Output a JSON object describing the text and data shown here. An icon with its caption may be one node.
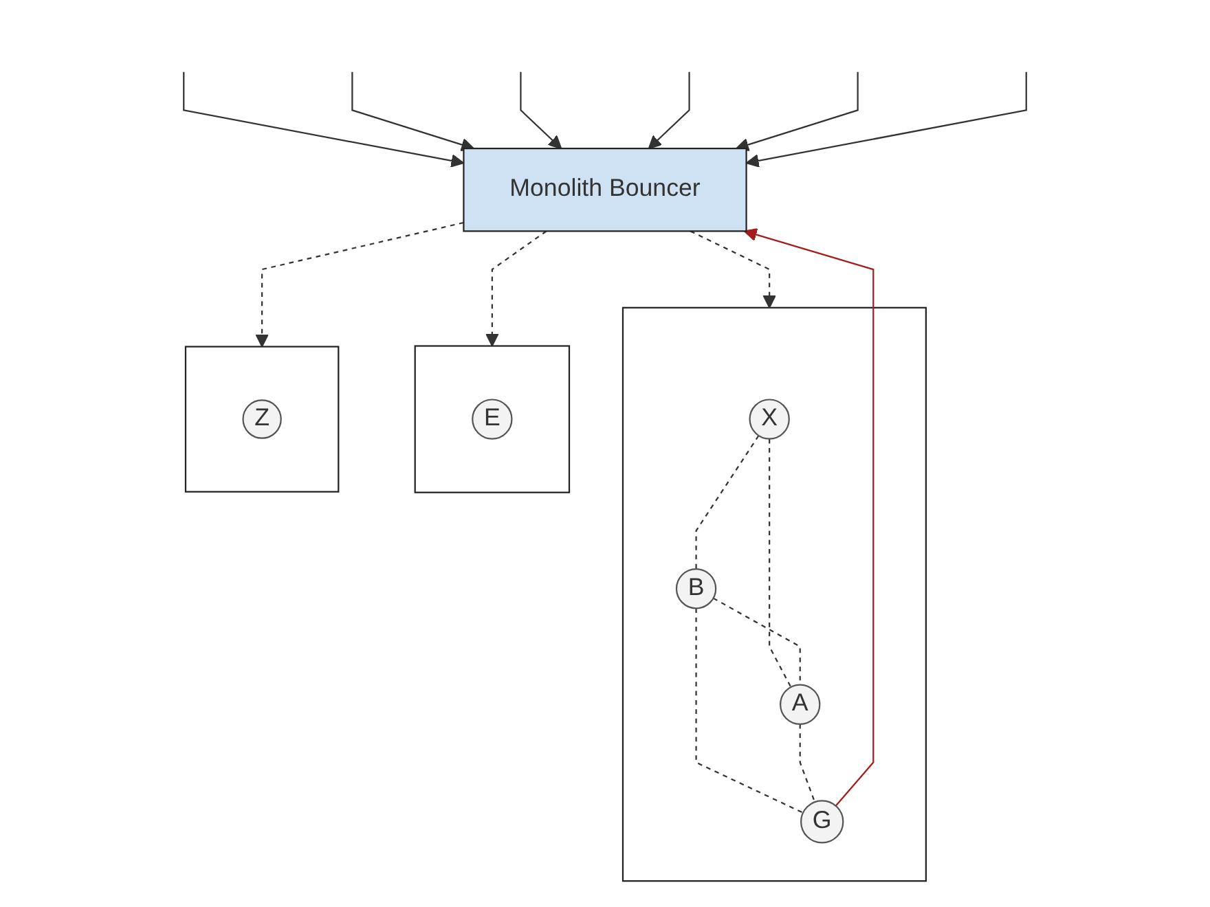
{
  "diagram": {
    "nodes": [
      {
        "text": [
          "Monolith Bouncer"
        ]
      },
      {
        "text": [],
        "shape": "box"
      },
      {
        "text": [
          "X"
        ],
        "in": 1
      },
      {
        "text": [
          "B"
        ],
        "in": 1
      },
      {
        "text": [
          "A"
        ],
        "in": 1
      },
      {
        "text": [
          "G"
        ],
        "in": 1
      },
      {
        "text": [],
        "shape": "box"
      },
      {
        "text": [
          "E"
        ],
        "in": 6
      },
      {
        "text": [],
        "shape": "box"
      },
      {
        "text": [
          "Z"
        ],
        "in": 8
      }
    ],
    "edges": [
      {
        "from": null,
        "to": 0,
        "arrow": "to"
      },
      {
        "from": null,
        "to": 0,
        "arrow": "to"
      },
      {
        "from": null,
        "to": 0,
        "arrow": "to"
      },
      {
        "from": null,
        "to": 0,
        "arrow": "to"
      },
      {
        "from": null,
        "to": 0,
        "arrow": "to"
      },
      {
        "from": null,
        "to": 0,
        "arrow": "to"
      },
      {
        "from": 0,
        "to": 1,
        "arrow": "to",
        "style": "dashed"
      },
      {
        "from": 0,
        "to": 6,
        "arrow": "to",
        "style": "dashed"
      },
      {
        "from": 0,
        "to": 8,
        "arrow": "to",
        "style": "dashed"
      },
      {
        "from": 2,
        "to": 3,
        "arrow": "none",
        "style": "dashed"
      },
      {
        "from": 2,
        "to": 4,
        "arrow": "none",
        "style": "dashed"
      },
      {
        "from": 3,
        "to": 4,
        "arrow": "none",
        "style": "dashed"
      },
      {
        "from": 3,
        "to": 5,
        "arrow": "none",
        "style": "dashed"
      },
      {
        "from": 4,
        "to": 5,
        "arrow": "none",
        "style": "dashed"
      },
      {
        "from": 5,
        "to": 0,
        "arrow": "to",
        "color": "#a61c1c"
      }
    ]
  }
}
